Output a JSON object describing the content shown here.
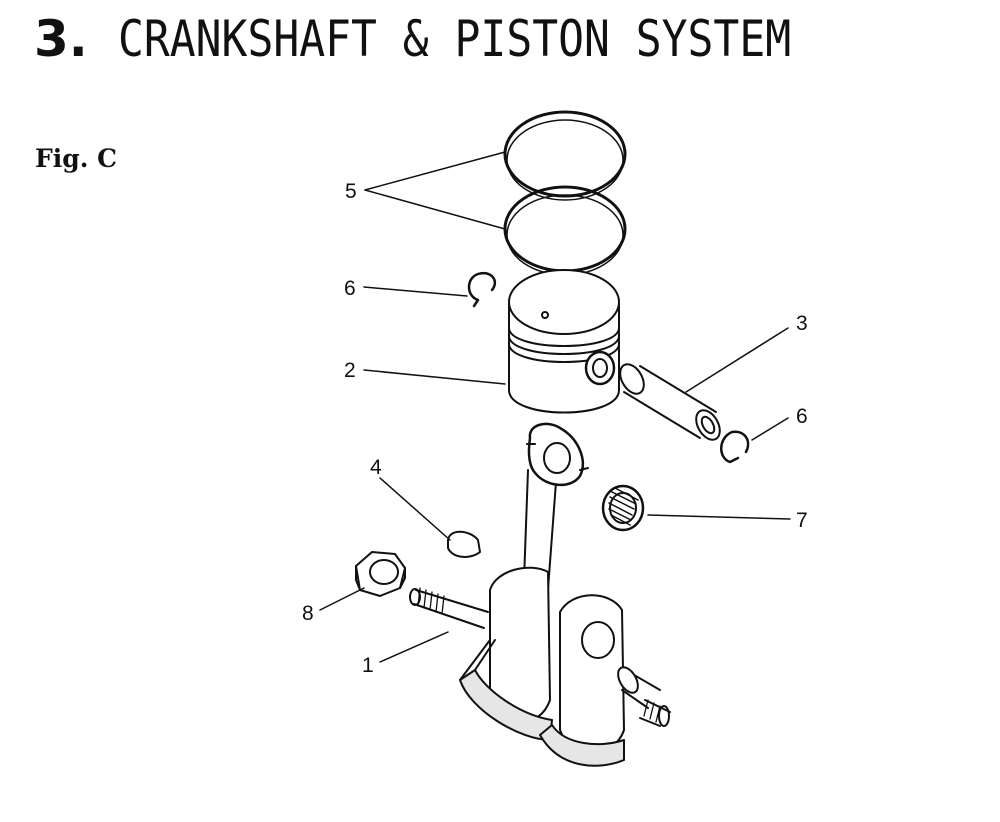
{
  "page": {
    "section_number": "3.",
    "title": "CRANKSHAFT & PISTON SYSTEM",
    "figure_label": "Fig. C"
  },
  "diagram": {
    "callouts": [
      {
        "id": "crankshaft",
        "label": "1"
      },
      {
        "id": "piston",
        "label": "2"
      },
      {
        "id": "piston-pin",
        "label": "3"
      },
      {
        "id": "key",
        "label": "4"
      },
      {
        "id": "piston-rings",
        "label": "5"
      },
      {
        "id": "circlip-left",
        "label": "6"
      },
      {
        "id": "circlip-right",
        "label": "6"
      },
      {
        "id": "needle-bearing",
        "label": "7"
      },
      {
        "id": "nut",
        "label": "8"
      }
    ],
    "colors": {
      "ink": "#111111",
      "paper": "#ffffff",
      "shade": "#e6e6e6"
    }
  }
}
